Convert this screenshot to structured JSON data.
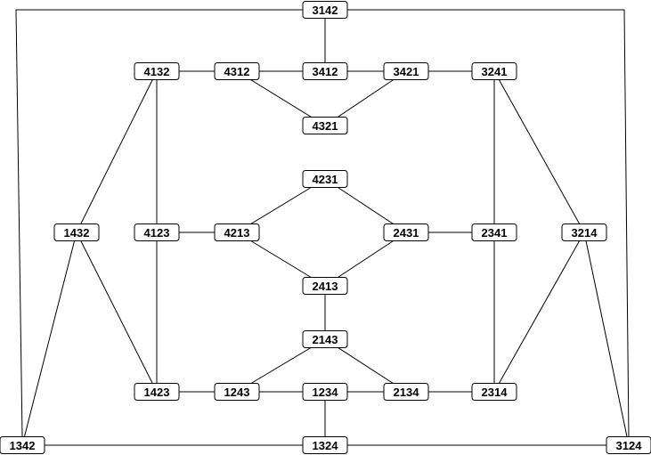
{
  "diagram": {
    "nodes": [
      {
        "id": "3142",
        "label": "3142"
      },
      {
        "id": "4132",
        "label": "4132"
      },
      {
        "id": "4312",
        "label": "4312"
      },
      {
        "id": "3412",
        "label": "3412"
      },
      {
        "id": "3421",
        "label": "3421"
      },
      {
        "id": "3241",
        "label": "3241"
      },
      {
        "id": "4321",
        "label": "4321"
      },
      {
        "id": "4231",
        "label": "4231"
      },
      {
        "id": "1432",
        "label": "1432"
      },
      {
        "id": "4123",
        "label": "4123"
      },
      {
        "id": "4213",
        "label": "4213"
      },
      {
        "id": "2431",
        "label": "2431"
      },
      {
        "id": "2341",
        "label": "2341"
      },
      {
        "id": "3214",
        "label": "3214"
      },
      {
        "id": "2413",
        "label": "2413"
      },
      {
        "id": "2143",
        "label": "2143"
      },
      {
        "id": "1423",
        "label": "1423"
      },
      {
        "id": "1243",
        "label": "1243"
      },
      {
        "id": "1234",
        "label": "1234"
      },
      {
        "id": "2134",
        "label": "2134"
      },
      {
        "id": "2314",
        "label": "2314"
      },
      {
        "id": "1342",
        "label": "1342"
      },
      {
        "id": "1324",
        "label": "1324"
      },
      {
        "id": "3124",
        "label": "3124"
      }
    ],
    "edges": [
      [
        "3142",
        "3412"
      ],
      [
        "4132",
        "4312"
      ],
      [
        "4312",
        "3412"
      ],
      [
        "3412",
        "3421"
      ],
      [
        "3421",
        "3241"
      ],
      [
        "4312",
        "4321"
      ],
      [
        "3421",
        "4321"
      ],
      [
        "4231",
        "4213"
      ],
      [
        "4231",
        "2431"
      ],
      [
        "4123",
        "4213"
      ],
      [
        "2431",
        "2341"
      ],
      [
        "4213",
        "2413"
      ],
      [
        "2431",
        "2413"
      ],
      [
        "2413",
        "2143"
      ],
      [
        "2143",
        "1243"
      ],
      [
        "2143",
        "2134"
      ],
      [
        "1423",
        "1243"
      ],
      [
        "1243",
        "1234"
      ],
      [
        "1234",
        "2134"
      ],
      [
        "2134",
        "2314"
      ],
      [
        "1234",
        "1324"
      ],
      [
        "1342",
        "1324"
      ],
      [
        "1324",
        "3124"
      ],
      [
        "4132",
        "1432"
      ],
      [
        "4132",
        "4123"
      ],
      [
        "4123",
        "1423"
      ],
      [
        "1432",
        "1423"
      ],
      [
        "1432",
        "1342"
      ],
      [
        "3241",
        "2341"
      ],
      [
        "3241",
        "3214"
      ],
      [
        "2341",
        "2314"
      ],
      [
        "3214",
        "2314"
      ],
      [
        "3214",
        "3124"
      ],
      [
        "3142",
        "1342"
      ],
      [
        "3142",
        "3124"
      ]
    ]
  }
}
